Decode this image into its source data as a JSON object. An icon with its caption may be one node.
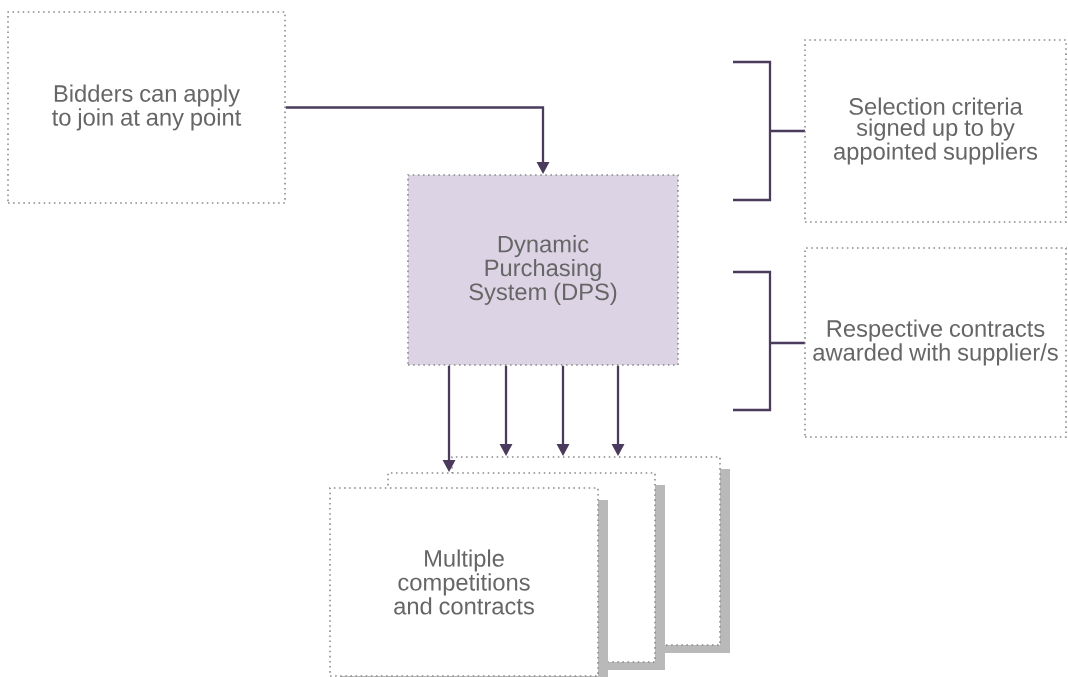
{
  "diagram": {
    "nodes": [
      {
        "text": [
          "Bidders can apply to join at any point"
        ]
      },
      {
        "text": [
          "Dynamic Purchasing System (DPS)"
        ]
      },
      {
        "text": [
          "Selection criteria signed up to by appointed suppliers"
        ]
      },
      {
        "text": [
          "Respective contracts awarded with supplier/s"
        ]
      },
      {
        "text": [],
        "shape": "box"
      },
      {
        "text": [],
        "shape": "box"
      },
      {
        "text": [
          "Multiple competitions and contracts"
        ]
      }
    ],
    "edges": [
      {
        "from": 0,
        "to": 1,
        "arrow": "to"
      },
      {
        "from": 1,
        "to": 5,
        "arrow": "to"
      },
      {
        "from": 1,
        "to": 4,
        "arrow": "to"
      },
      {
        "from": 1,
        "to": 4,
        "arrow": "to"
      },
      {
        "from": 1,
        "to": 4,
        "arrow": "to"
      }
    ]
  }
}
